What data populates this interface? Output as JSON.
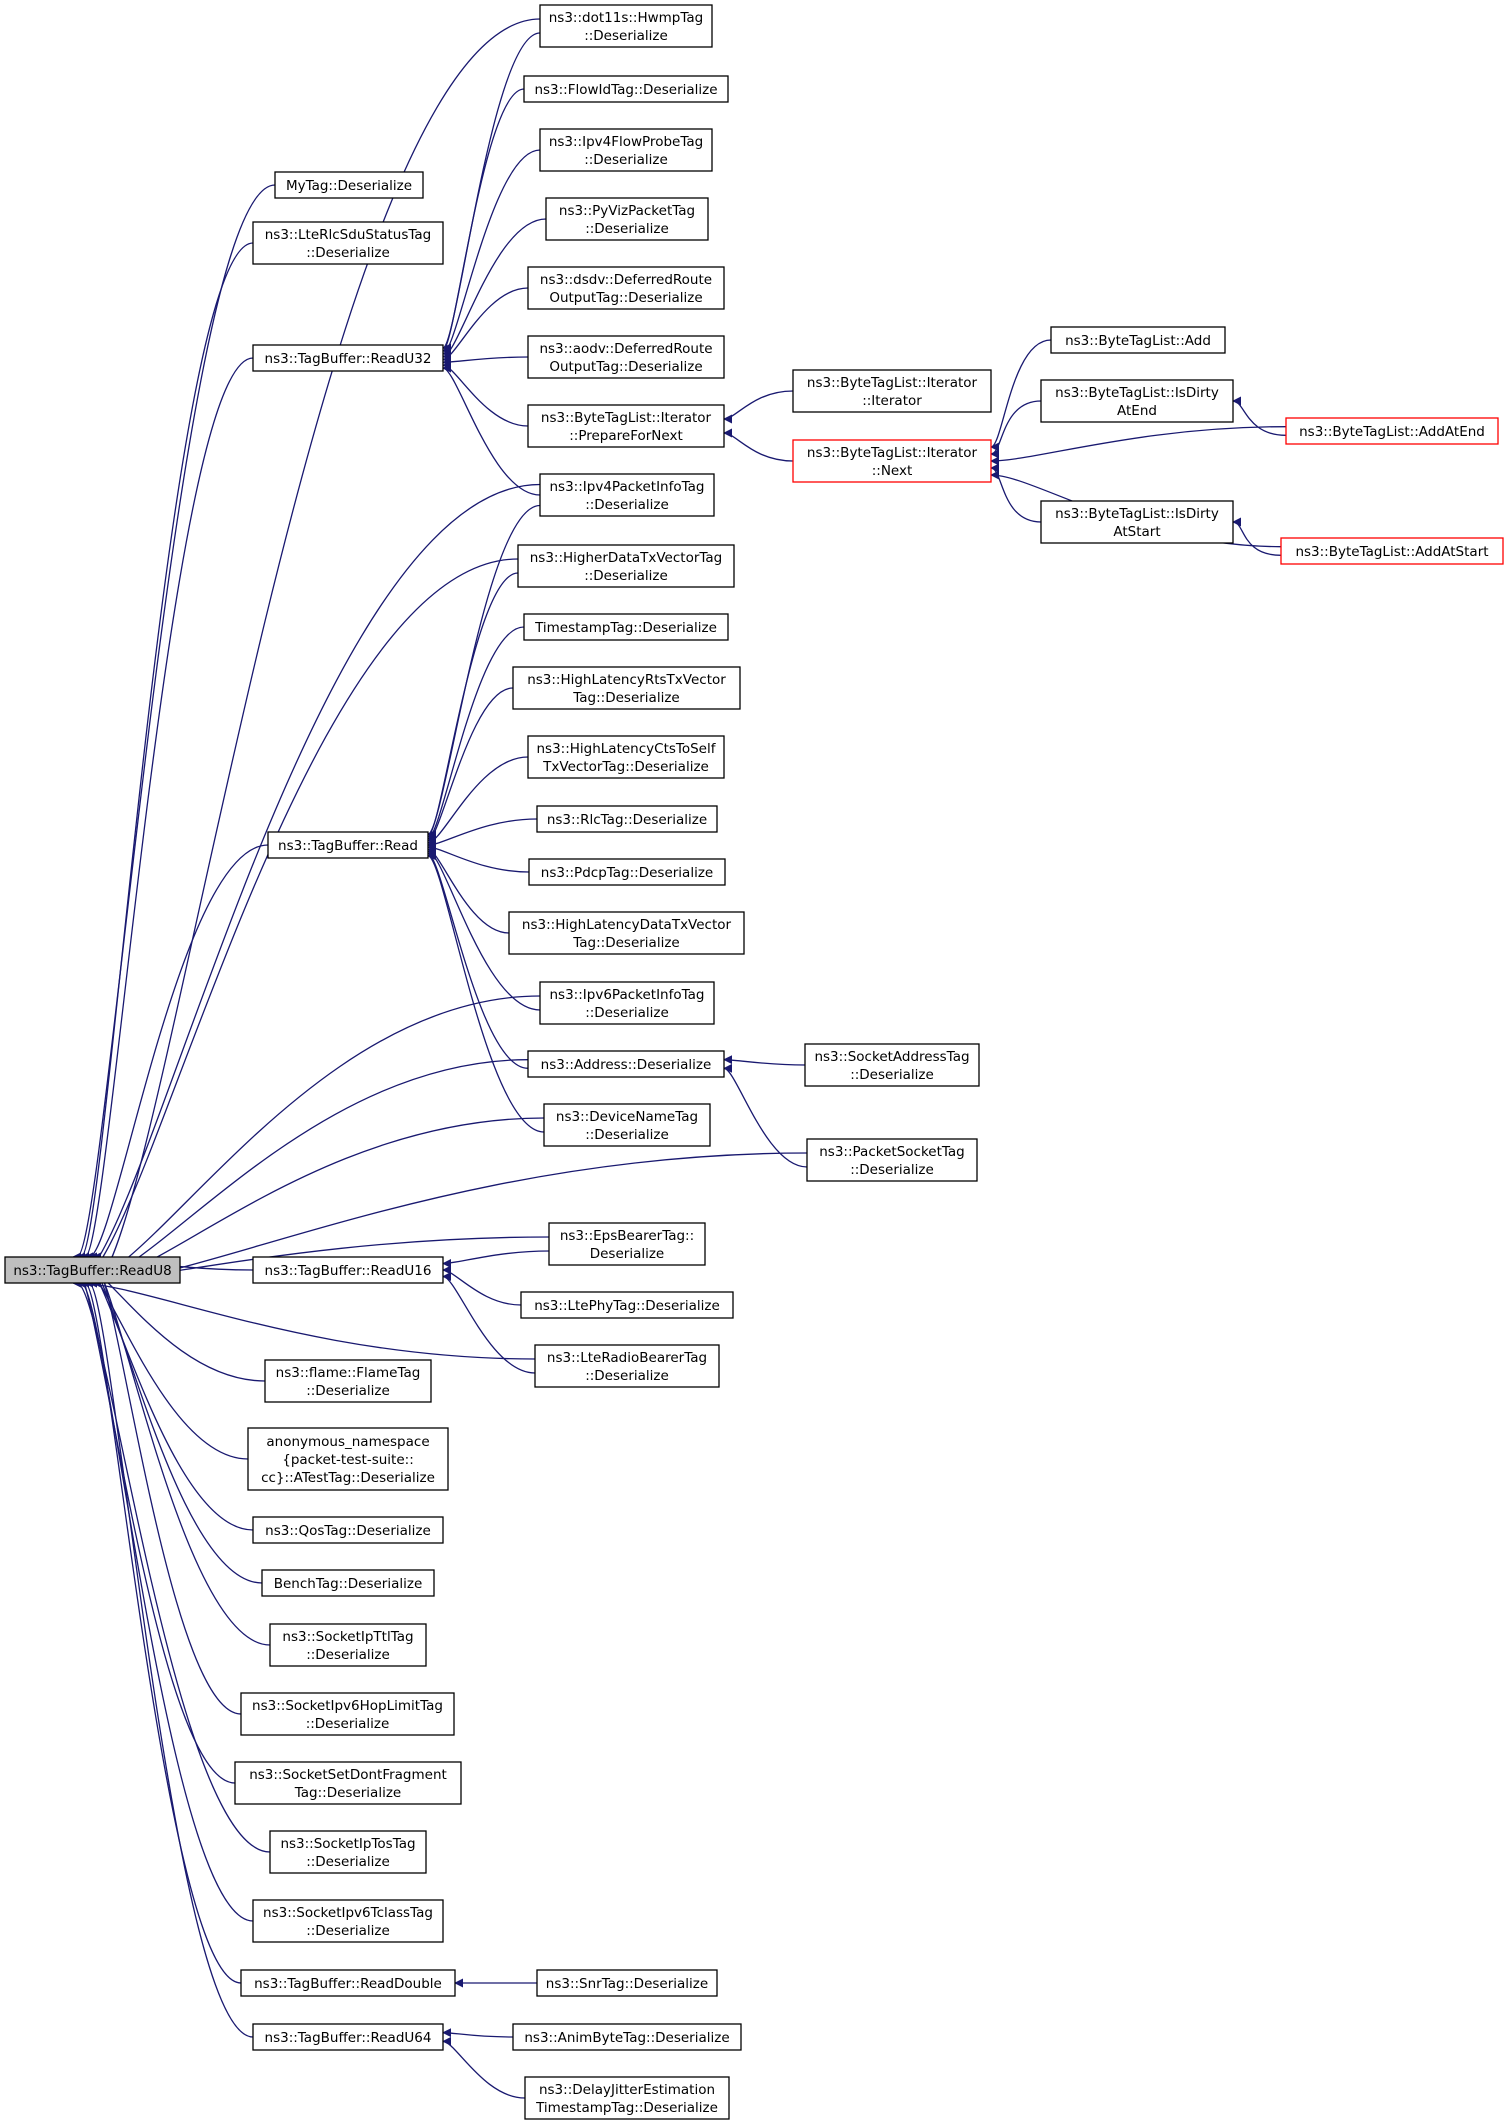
{
  "colors": {
    "edge": "#191970",
    "root_fill": "#bfbfbf",
    "highlight_border": "#ff0000"
  },
  "nodes": {
    "readu8": {
      "lines": [
        "ns3::TagBuffer::ReadU8"
      ],
      "style": "root"
    },
    "mytag": {
      "lines": [
        "MyTag::Deserialize"
      ]
    },
    "lterlcsdu": {
      "lines": [
        "ns3::LteRlcSduStatusTag",
        "::Deserialize"
      ]
    },
    "readu32": {
      "lines": [
        "ns3::TagBuffer::ReadU32"
      ]
    },
    "read": {
      "lines": [
        "ns3::TagBuffer::Read"
      ]
    },
    "readu16": {
      "lines": [
        "ns3::TagBuffer::ReadU16"
      ]
    },
    "flametag": {
      "lines": [
        "ns3::flame::FlameTag",
        "::Deserialize"
      ]
    },
    "anonymous": {
      "lines": [
        "anonymous_namespace",
        "{packet-test-suite::",
        "cc}::ATestTag::Deserialize"
      ]
    },
    "qostag": {
      "lines": [
        "ns3::QosTag::Deserialize"
      ]
    },
    "benchtag": {
      "lines": [
        "BenchTag::Deserialize"
      ]
    },
    "socketipttl": {
      "lines": [
        "ns3::SocketIpTtlTag",
        "::Deserialize"
      ]
    },
    "socketipv6hop": {
      "lines": [
        "ns3::SocketIpv6HopLimitTag",
        "::Deserialize"
      ]
    },
    "socketsetdont": {
      "lines": [
        "ns3::SocketSetDontFragment",
        "Tag::Deserialize"
      ]
    },
    "socketiptos": {
      "lines": [
        "ns3::SocketIpTosTag",
        "::Deserialize"
      ]
    },
    "socketipv6tclass": {
      "lines": [
        "ns3::SocketIpv6TclassTag",
        "::Deserialize"
      ]
    },
    "readdouble": {
      "lines": [
        "ns3::TagBuffer::ReadDouble"
      ]
    },
    "readu64": {
      "lines": [
        "ns3::TagBuffer::ReadU64"
      ]
    },
    "hwmptag": {
      "lines": [
        "ns3::dot11s::HwmpTag",
        "::Deserialize"
      ]
    },
    "flowidtag": {
      "lines": [
        "ns3::FlowIdTag::Deserialize"
      ]
    },
    "ipv4flowprobe": {
      "lines": [
        "ns3::Ipv4FlowProbeTag",
        "::Deserialize"
      ]
    },
    "pyvizpacket": {
      "lines": [
        "ns3::PyVizPacketTag",
        "::Deserialize"
      ]
    },
    "dsdvdeferred": {
      "lines": [
        "ns3::dsdv::DeferredRoute",
        "OutputTag::Deserialize"
      ]
    },
    "aodvdeferred": {
      "lines": [
        "ns3::aodv::DeferredRoute",
        "OutputTag::Deserialize"
      ]
    },
    "preparefornext": {
      "lines": [
        "ns3::ByteTagList::Iterator",
        "::PrepareForNext"
      ]
    },
    "ipv4packetinfo": {
      "lines": [
        "ns3::Ipv4PacketInfoTag",
        "::Deserialize"
      ]
    },
    "higherdatatx": {
      "lines": [
        "ns3::HigherDataTxVectorTag",
        "::Deserialize"
      ]
    },
    "timestamptag": {
      "lines": [
        "TimestampTag::Deserialize"
      ]
    },
    "highlatencyrts": {
      "lines": [
        "ns3::HighLatencyRtsTxVector",
        "Tag::Deserialize"
      ]
    },
    "highlatencycts": {
      "lines": [
        "ns3::HighLatencyCtsToSelf",
        "TxVectorTag::Deserialize"
      ]
    },
    "rlctag": {
      "lines": [
        "ns3::RlcTag::Deserialize"
      ]
    },
    "pdcptag": {
      "lines": [
        "ns3::PdcpTag::Deserialize"
      ]
    },
    "highlatencydata": {
      "lines": [
        "ns3::HighLatencyDataTxVector",
        "Tag::Deserialize"
      ]
    },
    "ipv6packetinfo": {
      "lines": [
        "ns3::Ipv6PacketInfoTag",
        "::Deserialize"
      ]
    },
    "addressdeser": {
      "lines": [
        "ns3::Address::Deserialize"
      ]
    },
    "devicenametag": {
      "lines": [
        "ns3::DeviceNameTag",
        "::Deserialize"
      ]
    },
    "epsbearertag": {
      "lines": [
        "ns3::EpsBearerTag::",
        "Deserialize"
      ]
    },
    "ltephytag": {
      "lines": [
        "ns3::LtePhyTag::Deserialize"
      ]
    },
    "lteradiobearer": {
      "lines": [
        "ns3::LteRadioBearerTag",
        "::Deserialize"
      ]
    },
    "snrtag": {
      "lines": [
        "ns3::SnrTag::Deserialize"
      ]
    },
    "animbytetag": {
      "lines": [
        "ns3::AnimByteTag::Deserialize"
      ]
    },
    "delayjitter": {
      "lines": [
        "ns3::DelayJitterEstimation",
        "TimestampTag::Deserialize"
      ]
    },
    "iteratorctor": {
      "lines": [
        "ns3::ByteTagList::Iterator",
        "::Iterator"
      ]
    },
    "iteratornext": {
      "lines": [
        "ns3::ByteTagList::Iterator",
        "::Next"
      ],
      "style": "red"
    },
    "socketaddresstag": {
      "lines": [
        "ns3::SocketAddressTag",
        "::Deserialize"
      ]
    },
    "packetsockettag": {
      "lines": [
        "ns3::PacketSocketTag",
        "::Deserialize"
      ]
    },
    "bytetaglistadd": {
      "lines": [
        "ns3::ByteTagList::Add"
      ]
    },
    "isdirtyatend": {
      "lines": [
        "ns3::ByteTagList::IsDirty",
        "AtEnd"
      ]
    },
    "isdirtyatstart": {
      "lines": [
        "ns3::ByteTagList::IsDirty",
        "AtStart"
      ]
    },
    "addatend": {
      "lines": [
        "ns3::ByteTagList::AddAtEnd"
      ],
      "style": "red"
    },
    "addatstart": {
      "lines": [
        "ns3::ByteTagList::AddAtStart"
      ],
      "style": "red"
    }
  },
  "edges": [
    [
      "mytag",
      "readu8"
    ],
    [
      "lterlcsdu",
      "readu8"
    ],
    [
      "readu32",
      "readu8"
    ],
    [
      "read",
      "readu8"
    ],
    [
      "readu16",
      "readu8"
    ],
    [
      "flametag",
      "readu8"
    ],
    [
      "anonymous",
      "readu8"
    ],
    [
      "qostag",
      "readu8"
    ],
    [
      "benchtag",
      "readu8"
    ],
    [
      "socketipttl",
      "readu8"
    ],
    [
      "socketipv6hop",
      "readu8"
    ],
    [
      "socketsetdont",
      "readu8"
    ],
    [
      "socketiptos",
      "readu8"
    ],
    [
      "socketipv6tclass",
      "readu8"
    ],
    [
      "readdouble",
      "readu8"
    ],
    [
      "readu64",
      "readu8"
    ],
    [
      "hwmptag",
      "readu8"
    ],
    [
      "ipv4packetinfo",
      "readu8"
    ],
    [
      "higherdatatx",
      "readu8"
    ],
    [
      "ipv6packetinfo",
      "readu8"
    ],
    [
      "addressdeser",
      "readu8"
    ],
    [
      "devicenametag",
      "readu8"
    ],
    [
      "packetsockettag",
      "readu8"
    ],
    [
      "epsbearertag",
      "readu8"
    ],
    [
      "lteradiobearer",
      "readu8"
    ],
    [
      "hwmptag",
      "readu32"
    ],
    [
      "flowidtag",
      "readu32"
    ],
    [
      "ipv4flowprobe",
      "readu32"
    ],
    [
      "pyvizpacket",
      "readu32"
    ],
    [
      "dsdvdeferred",
      "readu32"
    ],
    [
      "aodvdeferred",
      "readu32"
    ],
    [
      "preparefornext",
      "readu32"
    ],
    [
      "ipv4packetinfo",
      "readu32"
    ],
    [
      "ipv4packetinfo",
      "read"
    ],
    [
      "higherdatatx",
      "read"
    ],
    [
      "timestamptag",
      "read"
    ],
    [
      "highlatencyrts",
      "read"
    ],
    [
      "highlatencycts",
      "read"
    ],
    [
      "rlctag",
      "read"
    ],
    [
      "pdcptag",
      "read"
    ],
    [
      "highlatencydata",
      "read"
    ],
    [
      "ipv6packetinfo",
      "read"
    ],
    [
      "addressdeser",
      "read"
    ],
    [
      "devicenametag",
      "read"
    ],
    [
      "epsbearertag",
      "readu16"
    ],
    [
      "ltephytag",
      "readu16"
    ],
    [
      "lteradiobearer",
      "readu16"
    ],
    [
      "snrtag",
      "readdouble"
    ],
    [
      "animbytetag",
      "readu64"
    ],
    [
      "delayjitter",
      "readu64"
    ],
    [
      "iteratorctor",
      "preparefornext"
    ],
    [
      "iteratornext",
      "preparefornext"
    ],
    [
      "socketaddresstag",
      "addressdeser"
    ],
    [
      "packetsockettag",
      "addressdeser"
    ],
    [
      "bytetaglistadd",
      "iteratornext"
    ],
    [
      "isdirtyatend",
      "iteratornext"
    ],
    [
      "addatend",
      "iteratornext"
    ],
    [
      "isdirtyatstart",
      "iteratornext"
    ],
    [
      "addatstart",
      "iteratornext"
    ],
    [
      "addatend",
      "isdirtyatend"
    ],
    [
      "addatstart",
      "isdirtyatstart"
    ]
  ]
}
